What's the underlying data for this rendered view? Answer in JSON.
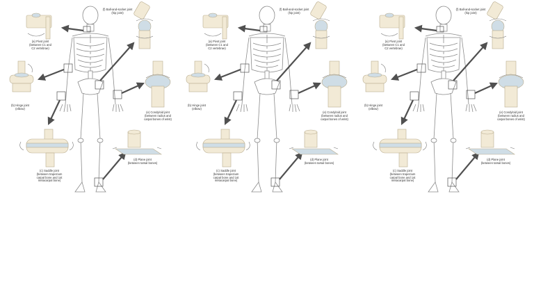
{
  "figure": {
    "repeat_count": 3,
    "labels": {
      "pivot": "(a) Pivot joint\n(between C1 and\nC2 vertebrae)",
      "hinge": "(b) Hinge joint\n(elbow)",
      "saddle": "(c) Saddle joint\n(between trapezium\ncarpal bone and 1st\nmetacarpal bone)",
      "plane": "(d) Plane joint\n(between tarsal bones)",
      "condyloid": "(e) Condyloid joint\n(between radius and\ncarpal bones of wrist)",
      "ball_socket": "(f) Ball-and-socket joint\n(hip joint)"
    },
    "colors": {
      "bone": "#f2ead6",
      "bone_stroke": "#b9ad8f",
      "cartilage": "#cfdde6",
      "arrow": "#505050",
      "skeleton_stroke": "#8a8a8a"
    }
  }
}
